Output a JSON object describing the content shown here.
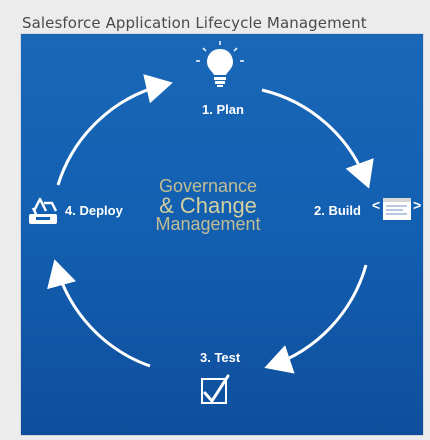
{
  "header": {
    "title": "Salesforce Application Lifecycle Management"
  },
  "diagram": {
    "stages": [
      {
        "label": "1. Plan",
        "icon": "lightbulb-icon"
      },
      {
        "label": "2. Build",
        "icon": "code-editor-icon"
      },
      {
        "label": "3. Test",
        "icon": "checkbox-icon"
      },
      {
        "label": "4. Deploy",
        "icon": "recycle-box-icon"
      }
    ],
    "center": {
      "line1": "Governance",
      "line2": "& Change",
      "line3": "Management"
    }
  },
  "colors": {
    "panel_background": "#1360b2",
    "arrows": "#ffffff",
    "center_text": "#c2bd92"
  }
}
